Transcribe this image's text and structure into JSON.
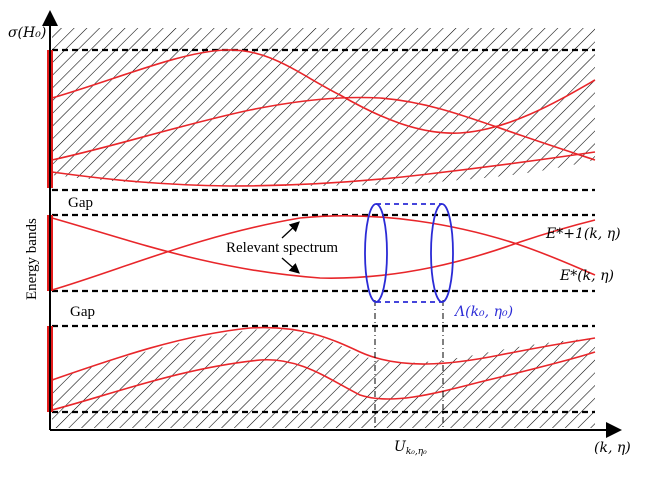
{
  "labels": {
    "y_axis": "σ(H₀)",
    "energy_bands": "Energy bands",
    "gap_upper": "Gap",
    "gap_lower": "Gap",
    "relevant_spectrum": "Relevant spectrum",
    "e_star_plus_1": "E*+1(k, η)",
    "e_star": "E*(k, η)",
    "lambda": "Λ(k₀, η₀)",
    "u_k0": "U",
    "u_k0_sub": "k₀,η₀",
    "x_axis": "(k, η)"
  },
  "colors": {
    "band_curve": "#e8262a",
    "band_bar": "#e41b1b",
    "lambda_region": "#2b2bd6",
    "axis": "#000000"
  }
}
